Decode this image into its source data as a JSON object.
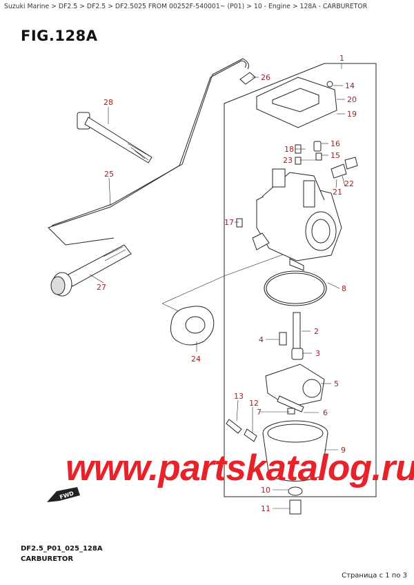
{
  "breadcrumb": "Suzuki Marine > DF2.5 > DF2.5 > DF2.5025 FROM 00252F-540001~ (P01) > 10 - Engine > 128A - CARBURETOR",
  "figure": {
    "title": "FIG.128A",
    "code": "DF2.5_P01_025_128A",
    "name": "CARBURETOR"
  },
  "callouts": [
    "1",
    "2",
    "3",
    "4",
    "5",
    "6",
    "7",
    "8",
    "9",
    "10",
    "11",
    "12",
    "13",
    "14",
    "15",
    "16",
    "17",
    "18",
    "19",
    "20",
    "21",
    "22",
    "23",
    "24",
    "25",
    "26",
    "27",
    "28"
  ],
  "direction_label": "FWD",
  "watermark": "www.partskatalog.ru",
  "pager": "Страница с 1 по 3"
}
